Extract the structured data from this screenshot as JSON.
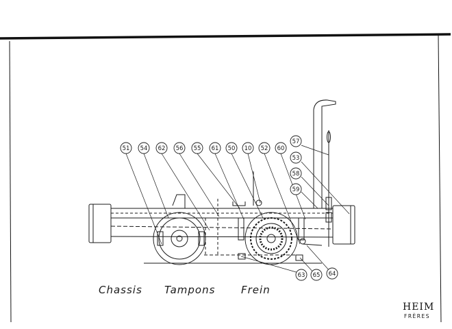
{
  "callouts": [
    "51",
    "54",
    "62",
    "56",
    "55",
    "61",
    "50",
    "10",
    "52",
    "60",
    "57",
    "53",
    "58",
    "59",
    "63",
    "65",
    "64"
  ],
  "caption": {
    "chassis": "Chassis",
    "tampons": "Tampons",
    "frein": "Frein"
  },
  "brand": {
    "name": "HEIM",
    "sub": "FRÈRES"
  },
  "colors": {
    "ink": "#1a1a1a",
    "paper": "#ffffff"
  }
}
